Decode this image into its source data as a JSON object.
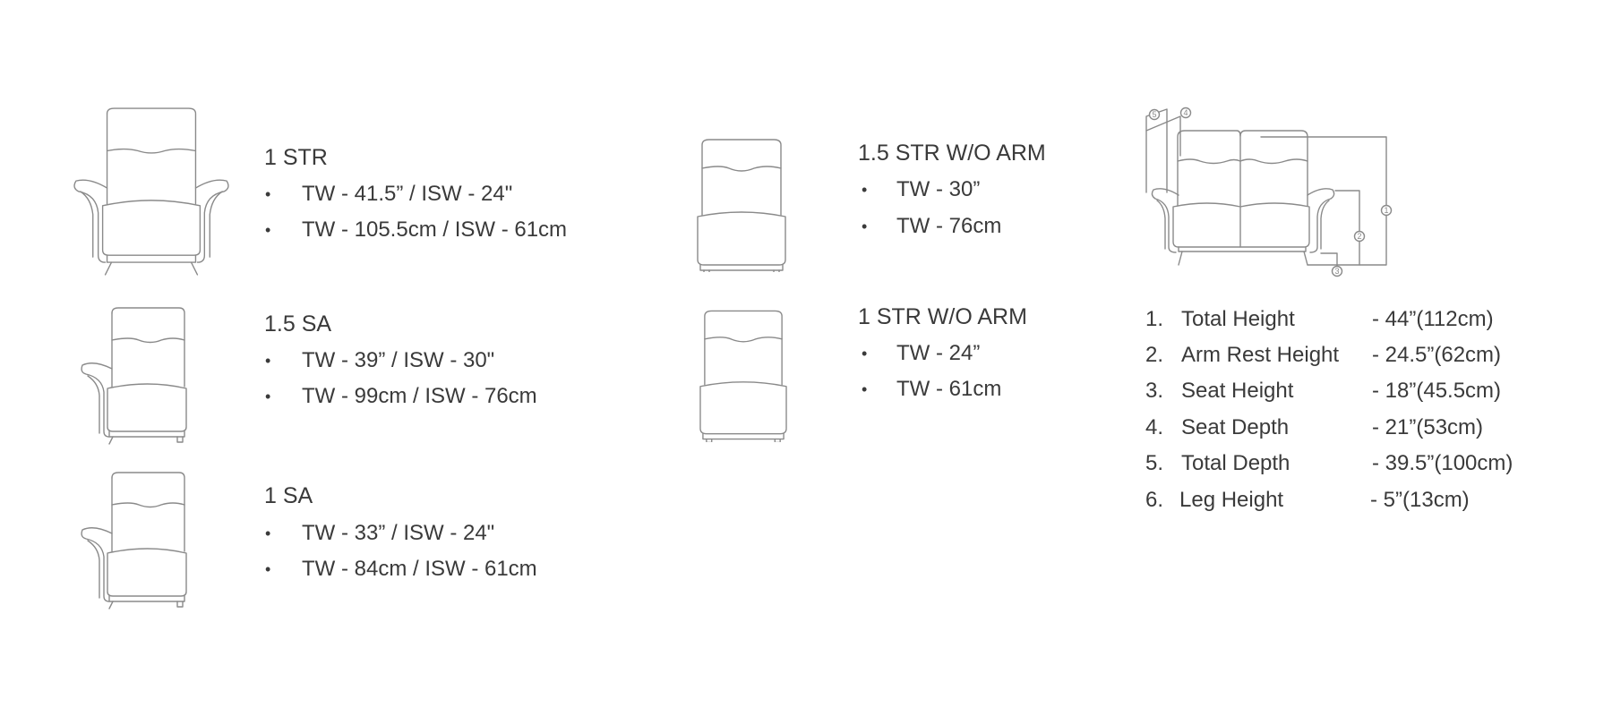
{
  "products": [
    {
      "title": "1 STR",
      "lines": [
        "TW - 41.5” / ISW - 24\"",
        "TW - 105.5cm / ISW - 61cm"
      ]
    },
    {
      "title": "1.5 SA",
      "lines": [
        "TW - 39” / ISW - 30\"",
        "TW - 99cm / ISW - 76cm"
      ]
    },
    {
      "title": "1 SA",
      "lines": [
        "TW - 33” / ISW - 24\"",
        "TW - 84cm / ISW - 61cm"
      ]
    },
    {
      "title": "1.5 STR W/O ARM",
      "lines": [
        "TW - 30”",
        "TW - 76cm"
      ]
    },
    {
      "title": "1 STR W/O ARM",
      "lines": [
        "TW - 24”",
        "TW - 61cm"
      ]
    }
  ],
  "bullet": "•",
  "dimensions": [
    {
      "num": "1.",
      "label": "Total Height",
      "value": "- 44”(112cm)"
    },
    {
      "num": "2.",
      "label": "Arm Rest Height",
      "value": "- 24.5”(62cm)"
    },
    {
      "num": "3.",
      "label": "Seat Height",
      "value": "- 18”(45.5cm)"
    },
    {
      "num": "4.",
      "label": "Seat Depth",
      "value": "- 21”(53cm)"
    },
    {
      "num": "5.",
      "label": "Total Depth",
      "value": "- 39.5”(100cm)"
    },
    {
      "num": "6.",
      "label": "Leg Height",
      "value": "- 5”(13cm)"
    }
  ],
  "diagram_markers": [
    "1",
    "2",
    "3",
    "4",
    "5"
  ],
  "colors": {
    "text": "#3a3a3a",
    "line": "#8a8a8a"
  }
}
